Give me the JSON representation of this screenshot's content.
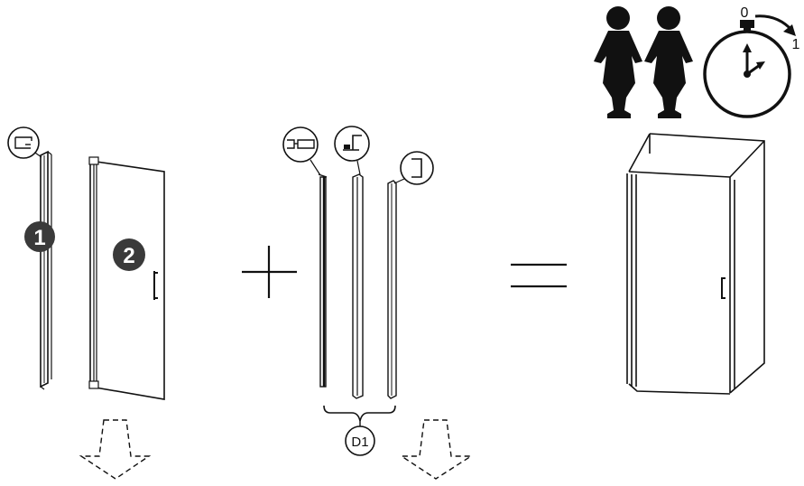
{
  "parts": {
    "part1_number": "1",
    "part2_number": "2"
  },
  "profiles_group_label": "D1",
  "timer": {
    "start_label": "0",
    "end_label": "1"
  },
  "persons_count": 2,
  "operators": {
    "plus": "+",
    "equals": "="
  },
  "icons": {
    "top_left": "wall-profile-icon",
    "profile_a": "magnetic-seal-profile-icon",
    "profile_b": "bottom-seal-profile-icon",
    "profile_c": "end-profile-icon",
    "persons": "two-persons-icon",
    "timer": "stopwatch-icon",
    "discard": "discard-arrow-icon"
  },
  "colors": {
    "ink": "#111111",
    "badge_fill": "#3a3a3a",
    "badge_text": "#ffffff"
  }
}
